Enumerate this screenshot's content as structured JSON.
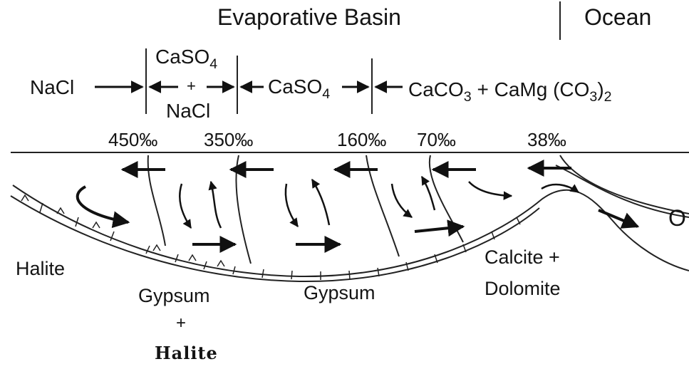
{
  "header": {
    "basin": "Evaporative Basin",
    "ocean": "Ocean"
  },
  "mineral_zones": {
    "nacl": "NaCl",
    "caso4_nacl_top_base": "CaSO",
    "caso4_nacl_top_sub": "4",
    "plus": "+",
    "caso4_nacl_bottom": "NaCl",
    "caso4_base": "CaSO",
    "caso4_sub": "4",
    "carbonate_a": "CaCO",
    "carbonate_a_sub": "3",
    "carbonate_mid": " + CaMg (CO",
    "carbonate_b_sub": "3",
    "carbonate_end": ")",
    "carbonate_end_sub": "2"
  },
  "salinity": [
    "450‰",
    "350‰",
    "160‰",
    "70‰",
    "38‰"
  ],
  "deposits": {
    "halite": "Halite",
    "gypsum_halite_1": "Gypsum",
    "gypsum_halite_plus": "+",
    "gypsum_halite_2": "Halite",
    "gypsum": "Gypsum",
    "calcite_1": "Calcite +",
    "calcite_2": "Dolomite"
  },
  "ocean_edge_letter": "O"
}
